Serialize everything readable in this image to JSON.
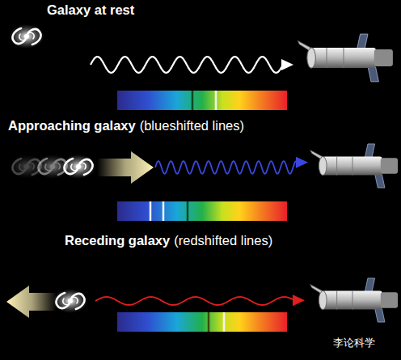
{
  "diagram": {
    "labels": [
      "Galaxy at rest",
      "Approaching galaxy",
      "(blueshifted lines)",
      "Receding galaxy",
      "(redshifted lines)",
      "李论科学"
    ]
  }
}
